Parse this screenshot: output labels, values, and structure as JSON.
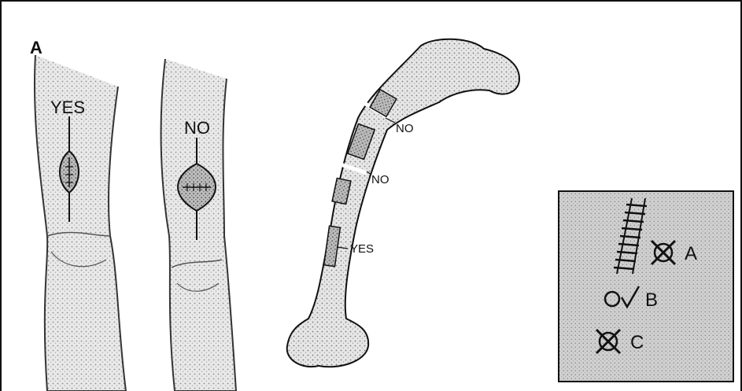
{
  "panel_letter": "A",
  "legs": {
    "left_label": "YES",
    "right_label": "NO"
  },
  "femur": {
    "label_upper": "NO",
    "label_middle": "NO",
    "label_lower": "YES"
  },
  "inset": {
    "option_a": "A",
    "option_b": "B",
    "option_c": "C"
  },
  "colors": {
    "line": "#111111",
    "shading": "#9a9a9a",
    "inset_bg": "#c9c9c9",
    "bone": "#d4d4d4"
  }
}
